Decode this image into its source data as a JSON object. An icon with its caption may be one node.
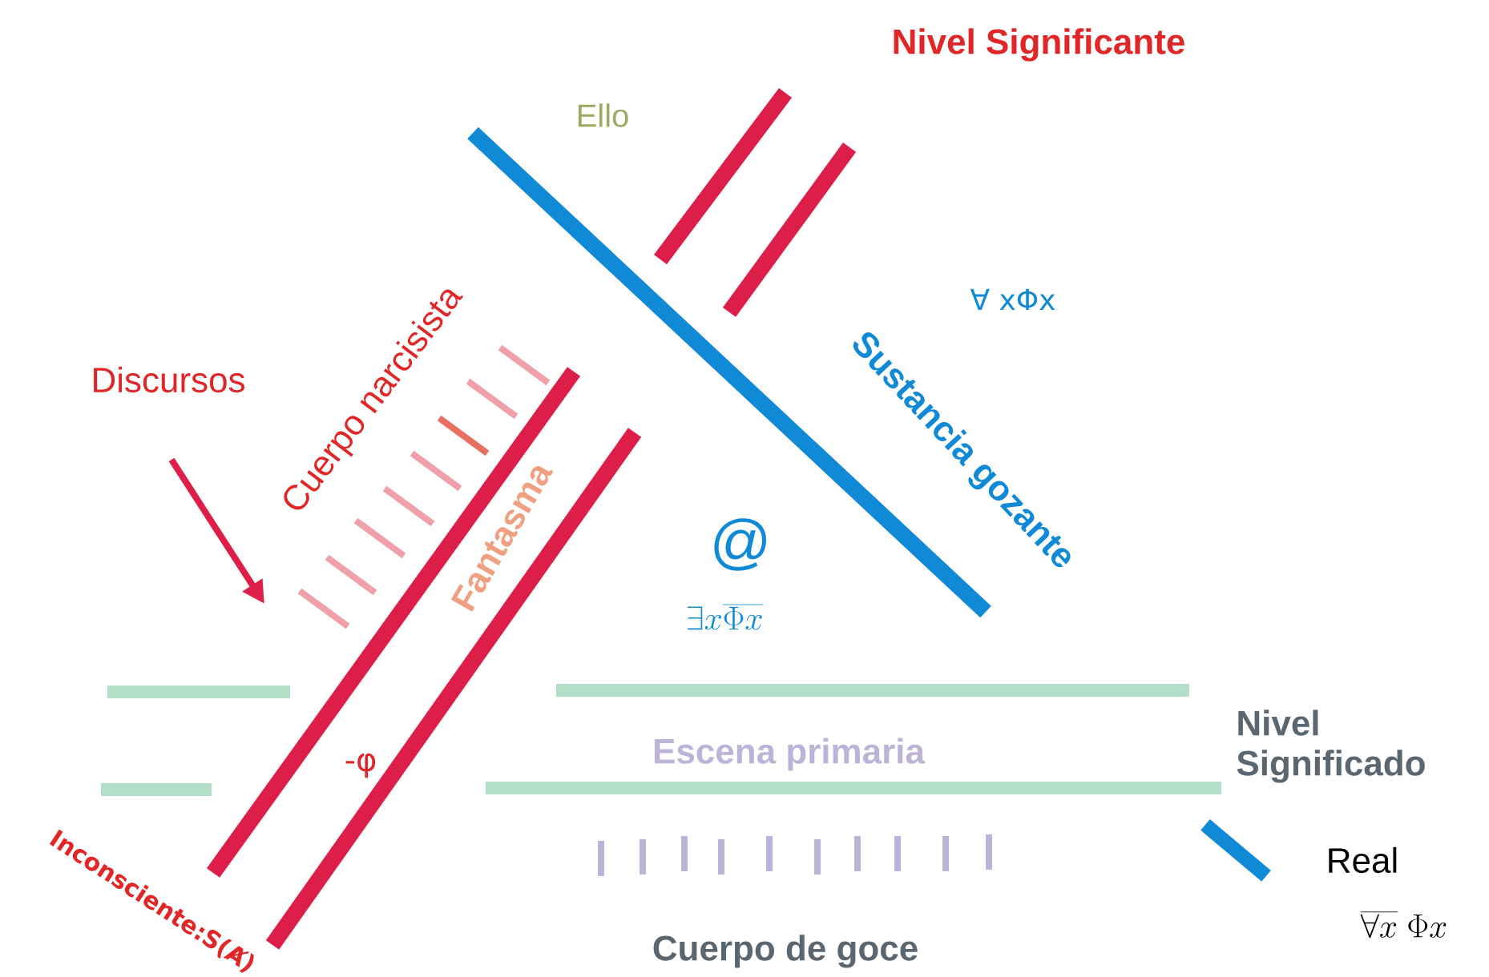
{
  "diagram": {
    "labels": [
      "Nivel Significante",
      "Ello",
      "∀ xΦx",
      "Discursos",
      "Cuerpo narcisista",
      "Sustancia gozante",
      "Fantasma",
      "@",
      "\\exists x\\overline{\\Phi x}",
      "Nivel Significado",
      "Escena primaria",
      "-φ",
      "Real",
      "\\overline{\\forall x}\\;\\Phi x",
      "Inconsciente:S(Ⱥ)",
      "Cuerpo de goce"
    ]
  }
}
